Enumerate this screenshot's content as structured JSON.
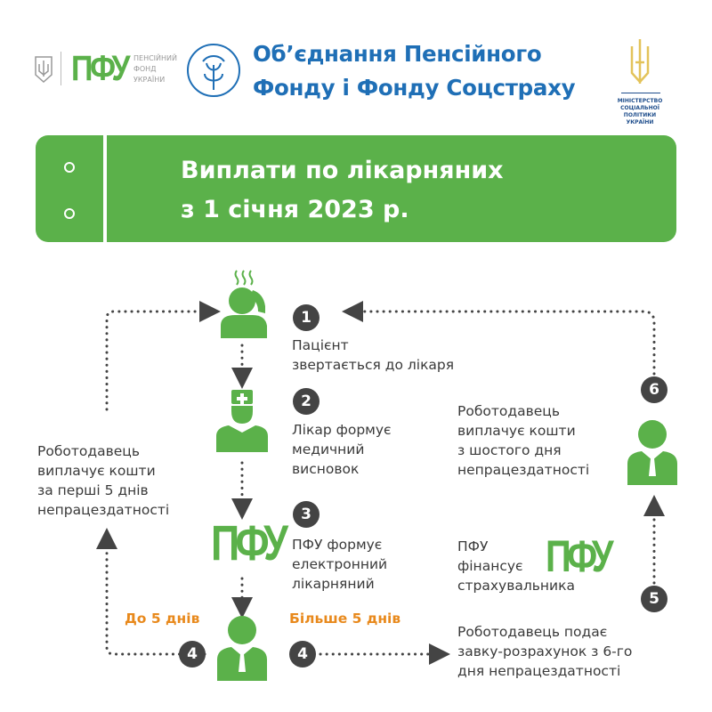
{
  "header": {
    "pfu_logo": "ПФУ",
    "pfu_subtitle": [
      "ПЕНСІЙНИЙ",
      "ФОНД",
      "УКРАЇНИ"
    ],
    "title_lines": [
      "Об’єднання Пенсійного",
      "Фонду і Фонду Соцстраху"
    ],
    "ministry": [
      "МІНІСТЕРСТВО",
      "СОЦІАЛЬНОЇ ПОЛІТИКИ",
      "УКРАЇНИ"
    ]
  },
  "banner": {
    "title_lines": [
      "Виплати по лікарняних",
      "з 1 січня 2023 р."
    ]
  },
  "steps": {
    "s1": {
      "num": "1",
      "lines": [
        "Пацієнт",
        "звертається до лікаря"
      ]
    },
    "s2": {
      "num": "2",
      "lines": [
        "Лікар формує",
        "медичний",
        "висновок"
      ]
    },
    "s3": {
      "num": "3",
      "lines": [
        "ПФУ формує",
        "електронний",
        "лікарняний"
      ],
      "logo": "ПФУ"
    },
    "s4a": {
      "num": "4",
      "label": "До 5 днів"
    },
    "s4b": {
      "num": "4",
      "label": "Більше 5 днів"
    },
    "s5": {
      "num": "5",
      "lines": [
        "ПФУ",
        "фінансує",
        "страхувальника"
      ],
      "logo": "ПФУ"
    },
    "s6": {
      "num": "6",
      "lines": [
        "Роботодавець",
        "виплачує кошти",
        "з шостого дня",
        "непрацездатності"
      ]
    },
    "left": {
      "lines": [
        "Роботодавець",
        "виплачує кошти",
        "за перші 5 днів",
        "непрацездатності"
      ]
    },
    "bottom_right": {
      "lines": [
        "Роботодавець подає",
        "завку-розрахунок з 6-го",
        "дня непрацездатності"
      ]
    }
  },
  "colors": {
    "green": "#5bb14a",
    "blue": "#1f6fb6",
    "orange": "#e8891c",
    "dark": "#444444"
  }
}
